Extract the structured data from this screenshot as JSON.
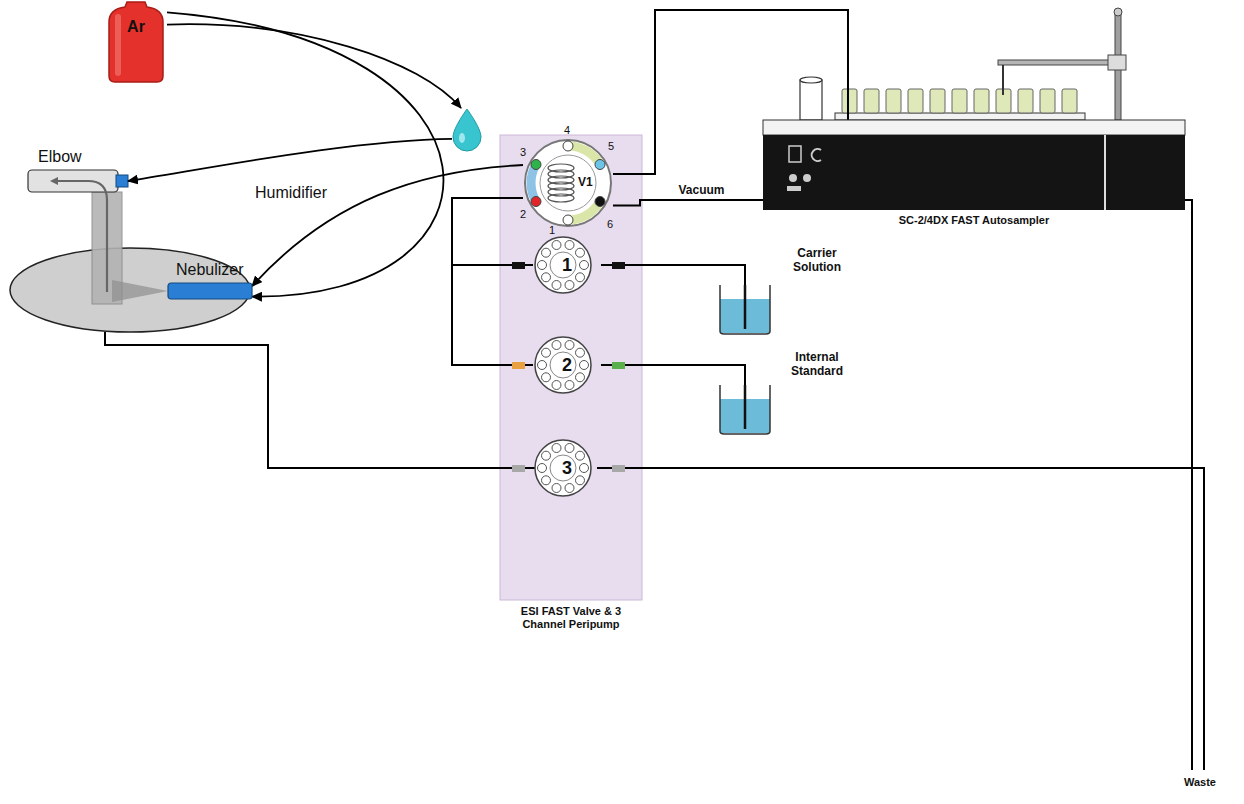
{
  "diagram": {
    "nodes": [
      {
        "text": [
          "Ar"
        ]
      },
      {
        "text": [
          "Humidifier"
        ]
      },
      {
        "text": [
          "Elbow"
        ]
      },
      {
        "text": [
          "Nebulizer"
        ]
      },
      {
        "text": [
          "ESI FAST Valve & 3 Channel Peripump"
        ]
      },
      {
        "text": [
          "1",
          "2",
          "3",
          "4",
          "5",
          "6",
          "V1"
        ],
        "in": 4
      },
      {
        "text": [
          "1"
        ],
        "in": 4
      },
      {
        "text": [
          "2"
        ],
        "in": 4
      },
      {
        "text": [
          "3"
        ],
        "in": 4
      },
      {
        "text": [
          "SC-2/4DX FAST Autosampler"
        ]
      },
      {
        "text": [
          "Carrier Solution"
        ]
      },
      {
        "text": [
          "Internal Standard"
        ]
      }
    ],
    "edges": [
      {
        "from": 0,
        "to": 1,
        "arrow": "to"
      },
      {
        "from": 1,
        "to": 2,
        "arrow": "to"
      },
      {
        "from": 0,
        "to": 3,
        "arrow": "to"
      },
      {
        "from": 5,
        "to": 3,
        "arrow": "to"
      },
      {
        "from": 5,
        "to": 9,
        "arrow": "none"
      },
      {
        "from": 5,
        "to": 9,
        "label": "Vacuum",
        "arrow": "none"
      },
      {
        "from": 10,
        "to": 6,
        "arrow": "none"
      },
      {
        "from": 6,
        "to": 5,
        "arrow": "none"
      },
      {
        "from": 11,
        "to": 7,
        "arrow": "none"
      },
      {
        "from": 7,
        "to": 5,
        "arrow": "none"
      }
    ],
    "labels": [
      "Waste"
    ]
  }
}
